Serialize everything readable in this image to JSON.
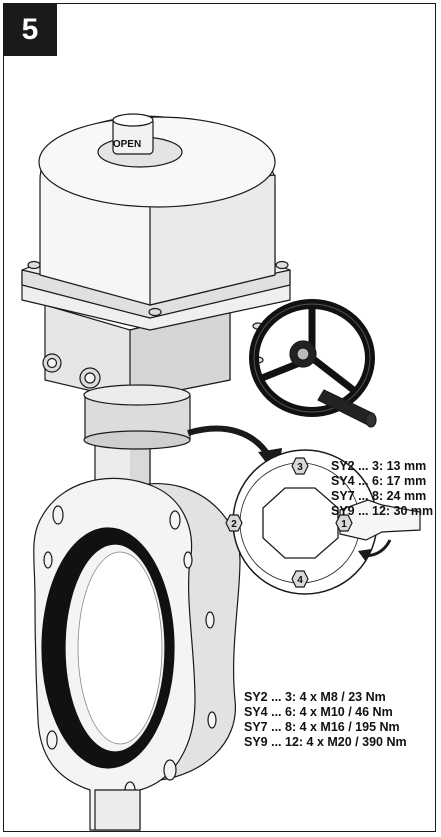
{
  "step": {
    "number": "5"
  },
  "actuator": {
    "indicator_label": "OPEN"
  },
  "bolt_positions": [
    "1",
    "2",
    "3",
    "4"
  ],
  "wrench_sizes": [
    "SY2 ... 3: 13 mm",
    "SY4 ... 6: 17 mm",
    "SY7 ... 8: 24 mm",
    "SY9 ... 12: 30 mm"
  ],
  "bolt_torques": [
    "SY2 ... 3: 4 x M8 / 23 Nm",
    "SY4 ... 6: 4 x M10 / 46 Nm",
    "SY7 ... 8: 4 x M16 / 195 Nm",
    "SY9 ... 12: 4 x M20 / 390 Nm"
  ],
  "colors": {
    "ink": "#1a1a1a",
    "body_fill": "#f4f4f4",
    "shade": "#d9d9d9",
    "liner": "#111111"
  }
}
